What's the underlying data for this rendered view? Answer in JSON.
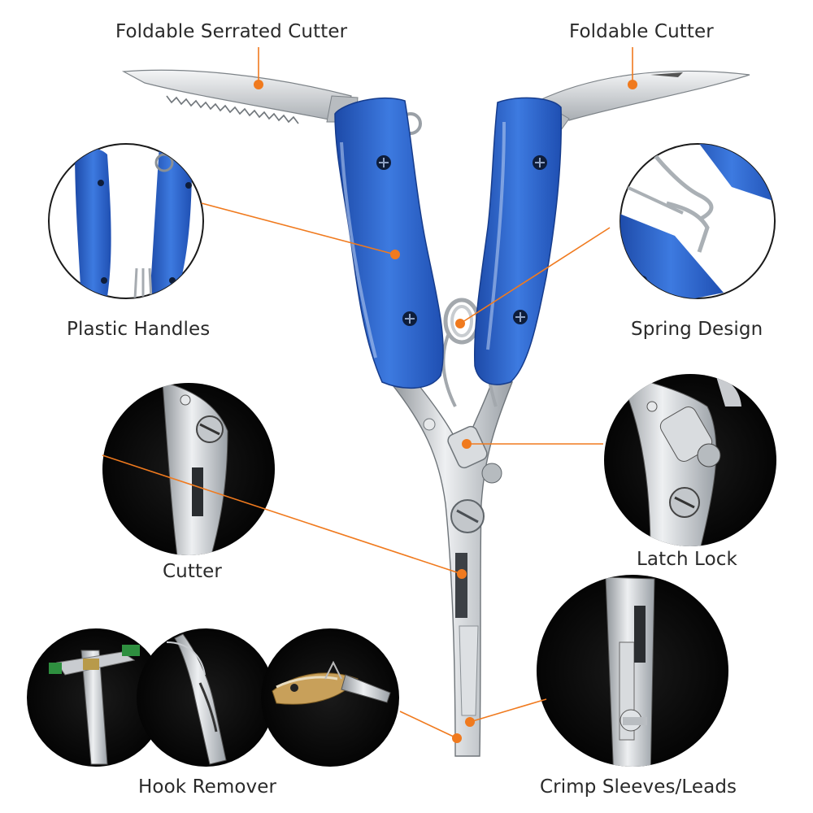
{
  "labels": {
    "foldable_serrated_cutter": "Foldable Serrated Cutter",
    "foldable_cutter": "Foldable Cutter",
    "plastic_handles": "Plastic Handles",
    "spring_design": "Spring Design",
    "cutter": "Cutter",
    "latch_lock": "Latch Lock",
    "hook_remover": "Hook Remover",
    "crimp_sleeves_leads": "Crimp Sleeves/Leads"
  },
  "colors": {
    "accent": "#f07a1e",
    "handle_blue": "#2f64c8",
    "steel": "#c9ccd0",
    "inset_background": "#050505"
  }
}
